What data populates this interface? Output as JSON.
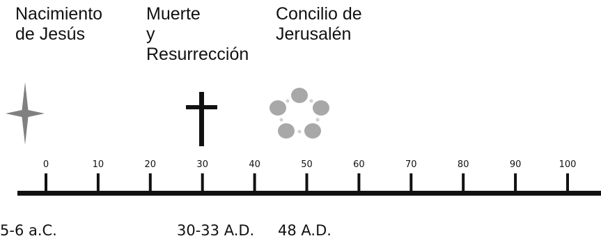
{
  "events": [
    {
      "id": "nacimiento",
      "title_lines": [
        "Nacimiento",
        "de Jesús"
      ],
      "date": "5-6 a.C.",
      "icon": "star-icon"
    },
    {
      "id": "muerte",
      "title_lines": [
        "Muerte",
        "y",
        "Resurrección"
      ],
      "date": "30-33 A.D.",
      "icon": "cross-icon"
    },
    {
      "id": "concilio",
      "title_lines": [
        "Concilio de",
        "Jerusalén"
      ],
      "date": "48 A.D.",
      "icon": "council-circle-icon"
    }
  ],
  "timeline": {
    "ticks": [
      "0",
      "10",
      "20",
      "30",
      "40",
      "50",
      "60",
      "70",
      "80",
      "90",
      "100"
    ],
    "axis_color": "#111111"
  },
  "colors": {
    "star": "#808080",
    "cross": "#111111",
    "council_large": "#a8a8a8",
    "council_small": "#cfcfcf"
  }
}
